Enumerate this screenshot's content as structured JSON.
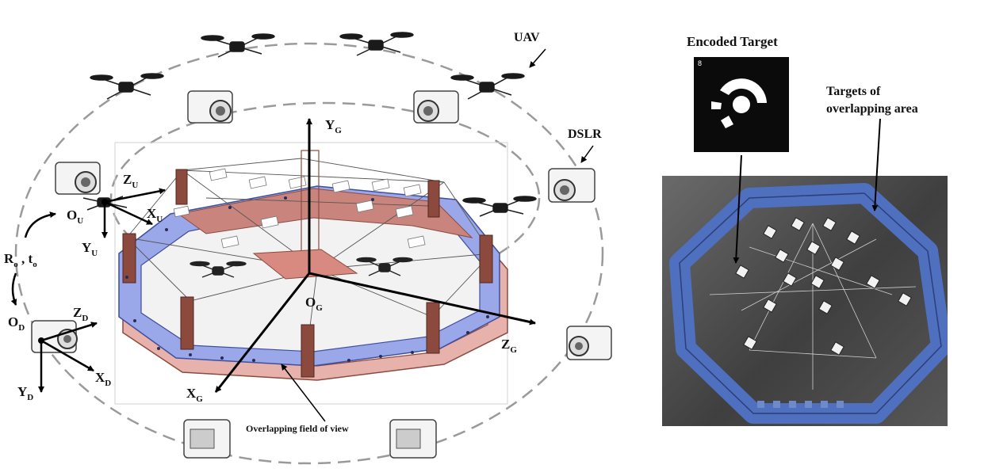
{
  "diagram": {
    "labels": {
      "uav": "UAV",
      "dslr": "DSLR",
      "encoded_target": "Encoded Target",
      "targets_overlap_line1": "Targets of",
      "targets_overlap_line2": "overlapping area",
      "overlapping_fov": "Overlapping field of view",
      "encoded_target_number": "8"
    },
    "axes": {
      "global": {
        "y": "Y",
        "z": "Z",
        "x": "X",
        "origin": "O",
        "subscript": "G"
      },
      "uav": {
        "z": "Z",
        "x": "X",
        "y": "Y",
        "origin": "O",
        "subscript": "U"
      },
      "dslr": {
        "z": "Z",
        "x": "X",
        "y": "Y",
        "origin": "O",
        "subscript": "D"
      },
      "transform": {
        "r": "R",
        "t": "t",
        "subscript": "o",
        "separator": ","
      }
    }
  },
  "colors": {
    "blue_ring": "#8a9be6",
    "red_ring": "#d9908a",
    "pillar": "#8c4a3e",
    "photo_ring": "#4f6fbf",
    "dash": "#9a9a9a"
  }
}
